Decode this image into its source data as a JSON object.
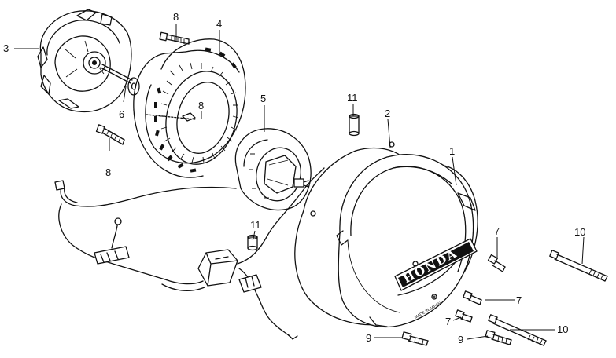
{
  "callouts": {
    "c1": "1",
    "c2": "2",
    "c3": "3",
    "c4": "4",
    "c5": "5",
    "c6": "6",
    "c7a": "7",
    "c7b": "7",
    "c7c": "7",
    "c8a": "8",
    "c8b": "8",
    "c8c": "8",
    "c9a": "9",
    "c9b": "9",
    "c10a": "10",
    "c10b": "10",
    "c11a": "11",
    "c11b": "11"
  },
  "cover": {
    "brand": "HONDA",
    "made_in": "MADE IN JAPAN"
  }
}
